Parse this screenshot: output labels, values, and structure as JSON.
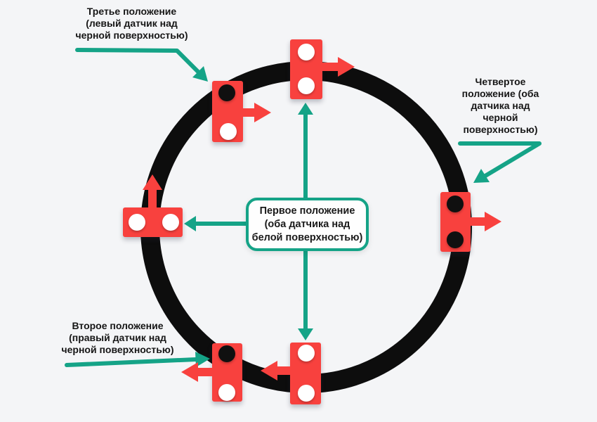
{
  "colors": {
    "background": "#f4f5f7",
    "sensor_red": "#f8413e",
    "arrow_teal": "#15a387",
    "track_black": "#0d0d0d"
  },
  "labels": {
    "first_position": "Первое положение\n(оба датчика над\nбелой поверхностью)",
    "second_position": "Второе положение\n(правый датчик над\nчерной поверхностью)",
    "third_position": "Третье положение\n(левый датчик над\nчерной поверхностью)",
    "fourth_position": "Четвертое\nположение (оба\nдатчика над\nчерной\nповерхностью)"
  },
  "sensors": {
    "top": {
      "position": "top",
      "dots": [
        "white",
        "white"
      ],
      "move_arrow": "right"
    },
    "top_left": {
      "position": "top-left",
      "dots": [
        "black",
        "white"
      ],
      "move_arrow": "right"
    },
    "left": {
      "position": "left",
      "dots": [
        "white",
        "white"
      ],
      "move_arrow": "up"
    },
    "right": {
      "position": "right",
      "dots": [
        "black",
        "black"
      ],
      "move_arrow": "right"
    },
    "bottom_left": {
      "position": "bottom-left",
      "dots": [
        "black",
        "white"
      ],
      "move_arrow": "left"
    },
    "bottom_center": {
      "position": "bottom-center",
      "dots": [
        "white",
        "white"
      ],
      "move_arrow": "left"
    }
  }
}
